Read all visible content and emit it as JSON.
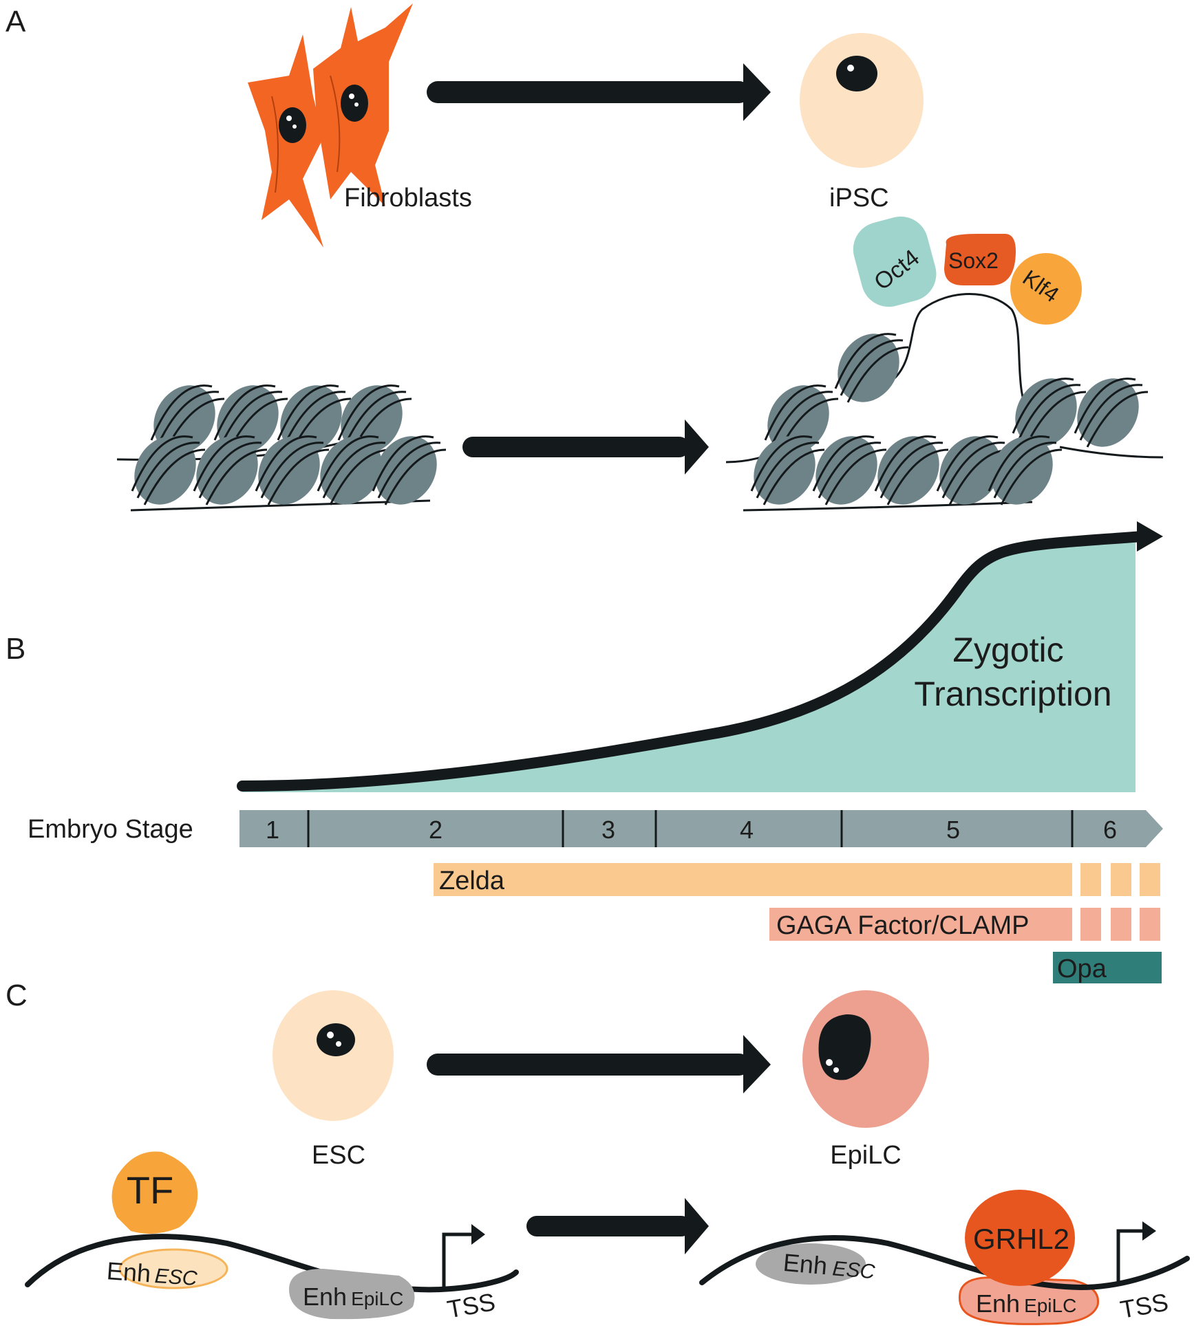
{
  "panels": {
    "a": {
      "label": "A"
    },
    "b": {
      "label": "B"
    },
    "c": {
      "label": "C"
    }
  },
  "cells": {
    "fibroblasts": "Fibroblasts",
    "ipsc": "iPSC",
    "esc": "ESC",
    "epilc": "EpiLC"
  },
  "factors": {
    "oct4": "Oct4",
    "sox2": "Sox2",
    "klf4": "Klf4",
    "tf": "TF",
    "grhl2": "GRHL2"
  },
  "zygotic": {
    "line1": "Zygotic",
    "line2": "Transcription"
  },
  "stage_bar": {
    "label": "Embryo Stage",
    "stages": [
      "1",
      "2",
      "3",
      "4",
      "5",
      "6"
    ]
  },
  "factor_bars": {
    "zelda": "Zelda",
    "gaga": "GAGA Factor/CLAMP",
    "opa": "Opa"
  },
  "enhancers": {
    "enh": "Enh",
    "esc_sub": "ESC",
    "epilc_sub": "EpiLC",
    "tss": "TSS"
  },
  "colors": {
    "fibroblast": "#f26522",
    "cell_light": "#fde2c4",
    "cell_pink": "#eda08f",
    "nucleosome": "#6e8388",
    "oct4": "#9fd4cc",
    "sox2": "#e65a24",
    "klf4": "#f8a63c",
    "zygotic_fill": "#a3d6cc",
    "stage_bar": "#8fa3a6",
    "zelda": "#f9c98f",
    "gaga": "#f4ae98",
    "opa": "#2f7e7a",
    "tf": "#f7a43a",
    "grhl2": "#e8561f",
    "enh_esc": "#fde3bd",
    "enh_epilc_active": "#f0a491",
    "enh_gray": "#a9a9a9",
    "dark": "#14191c"
  }
}
